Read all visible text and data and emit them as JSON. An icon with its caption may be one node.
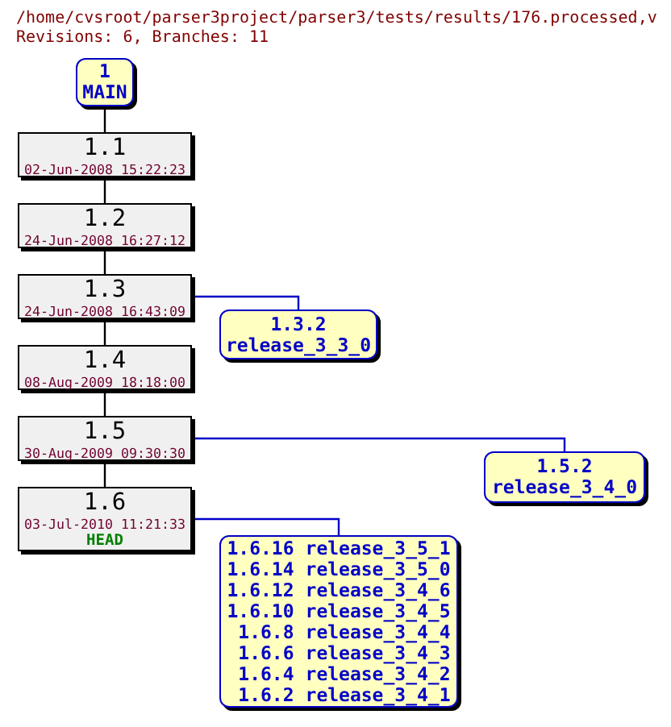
{
  "diagram": {
    "title": "/home/cvsroot/parser3project/parser3/tests/results/176.processed,v",
    "nodes": [
      {
        "text": [
          "1",
          "MAIN"
        ]
      },
      {
        "text": [
          "1.1",
          "02-Jun-2008 15:22:23"
        ]
      },
      {
        "text": [
          "1.2",
          "24-Jun-2008 16:27:12"
        ]
      },
      {
        "text": [
          "1.3",
          "24-Jun-2008 16:43:09"
        ]
      },
      {
        "text": [
          "1.4",
          "08-Aug-2009 18:18:00"
        ]
      },
      {
        "text": [
          "1.5",
          "30-Aug-2009 09:30:30"
        ]
      },
      {
        "text": [
          "1.6",
          "03-Jul-2010 11:21:33",
          "HEAD"
        ]
      },
      {
        "text": [
          "1.3.2",
          "release_3_3_0"
        ]
      },
      {
        "text": [
          "1.5.2",
          "release_3_4_0"
        ]
      },
      {
        "text": [
          "1.6.16",
          "release_3_5_1",
          "1.6.14",
          "release_3_5_0",
          "1.6.12",
          "release_3_4_6",
          "1.6.10",
          "release_3_4_5",
          "1.6.8",
          "release_3_4_4",
          "1.6.6",
          "release_3_4_3",
          "1.6.4",
          "release_3_4_2",
          "1.6.2",
          "release_3_4_1"
        ]
      }
    ],
    "edges": [
      {
        "from": 0,
        "to": 1,
        "arrow": "none"
      },
      {
        "from": 1,
        "to": 2,
        "arrow": "none"
      },
      {
        "from": 2,
        "to": 3,
        "arrow": "none"
      },
      {
        "from": 3,
        "to": 4,
        "arrow": "none"
      },
      {
        "from": 4,
        "to": 5,
        "arrow": "none"
      },
      {
        "from": 5,
        "to": 6,
        "arrow": "none"
      },
      {
        "from": 3,
        "to": 7,
        "arrow": "none",
        "color": "#0000c8"
      },
      {
        "from": 5,
        "to": 8,
        "arrow": "none",
        "color": "#0000c8"
      },
      {
        "from": 6,
        "to": 9,
        "arrow": "none",
        "color": "#0000c8"
      }
    ],
    "labels": [
      "Revisions: 6, Branches: 11"
    ]
  }
}
